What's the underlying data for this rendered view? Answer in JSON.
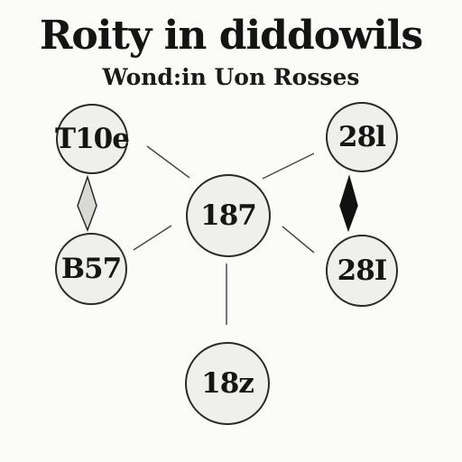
{
  "header": {
    "title": "Roity in diddowils",
    "subtitle": "Wond:in Uon Rosses"
  },
  "nodes": {
    "top_left": {
      "label": "T10e"
    },
    "top_right": {
      "label": "28l"
    },
    "center": {
      "label": "187"
    },
    "bottom_left": {
      "label": "B57"
    },
    "bottom_right": {
      "label": "28I"
    },
    "bottom": {
      "label": "18z"
    }
  },
  "diamonds": {
    "left": {
      "fill": "#d9d9d6"
    },
    "right": {
      "fill": "#111111"
    }
  },
  "colors": {
    "line": "#4a4a4a",
    "node_fill": "#efefee",
    "node_stroke": "#2a2a2a"
  }
}
